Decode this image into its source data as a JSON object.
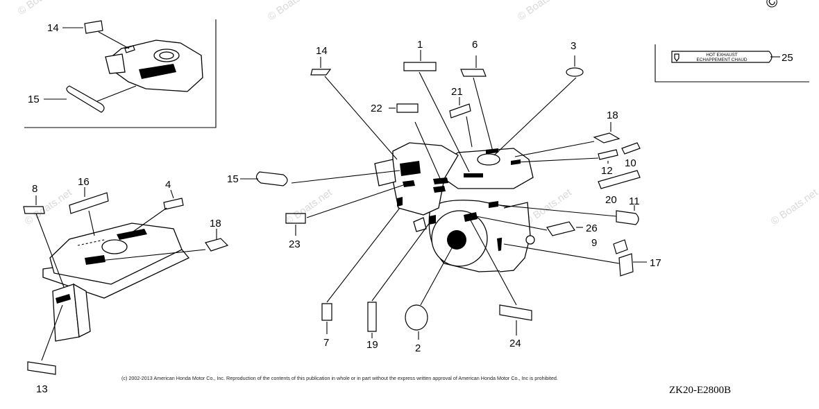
{
  "diagram": {
    "callouts": [
      "1",
      "2",
      "3",
      "4",
      "6",
      "7",
      "8",
      "9",
      "10",
      "11",
      "12",
      "13",
      "14",
      "15",
      "16",
      "17",
      "18",
      "19",
      "20",
      "21",
      "22",
      "23",
      "24",
      "25",
      "26"
    ],
    "label_25": {
      "line1": "HOT  EXHAUST",
      "line2": "ECHAPPEMENT CHAUD"
    },
    "watermark": "© Boats.net",
    "corner_watermark": "© Bo",
    "copyright": "(c) 2002-2013 American Honda Motor Co., Inc. Reproduction of the contents of this publication in whole or in part without the express written approval of American Honda Motor Co., Inc is prohibited.",
    "code": "ZK20-E2800B"
  }
}
